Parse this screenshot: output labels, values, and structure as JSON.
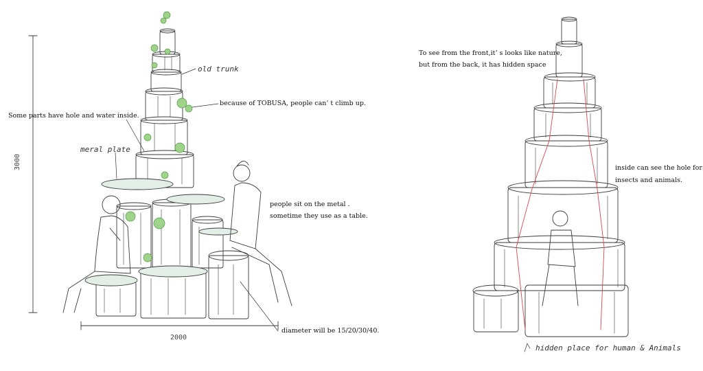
{
  "left_sketch": {
    "labels": {
      "old_trunk": "old trunk",
      "tobusa": "because of TOBUSA, people can’ t climb up.",
      "hole_water": "Some parts have hole and water inside.",
      "metal_plate": "meral plate",
      "sit_metal": "people sit on the metal .",
      "table_use": "sometime they use as a table.",
      "diameter": "diameter will be 15/20/30/40."
    },
    "dimensions": {
      "height": "3000",
      "width": "2000"
    }
  },
  "right_sketch": {
    "labels": {
      "front_line1": "To see from the front,it’ s looks like nature,",
      "front_line2": "but from the back, it has hidden space",
      "inside_line1": "inside can see the hole for",
      "inside_line2": "insects and animals.",
      "hidden_place": "hidden place for human & Animals"
    }
  },
  "colors": {
    "ink": "#3a3a3a",
    "plant": "#6fbf5a",
    "plate": "#e3efe6",
    "red_line": "#d8474d"
  }
}
